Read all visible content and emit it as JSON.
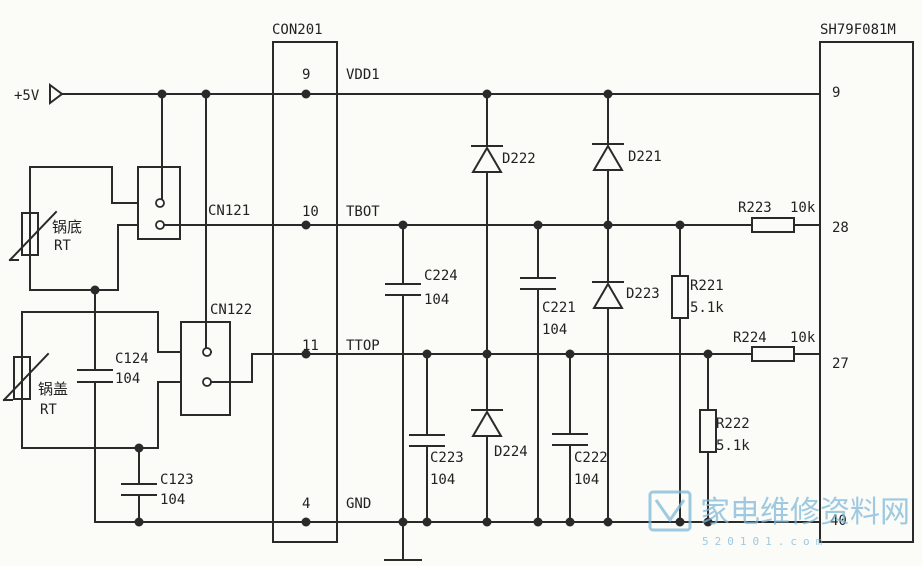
{
  "ic": {
    "name": "SH79F081M",
    "pins": {
      "vdd": "9",
      "tbot": "28",
      "ttop": "27",
      "gnd": "40"
    }
  },
  "connector": {
    "name": "CON201",
    "pins": {
      "vdd": "9",
      "tbot": "10",
      "ttop": "11",
      "gnd": "4"
    }
  },
  "nets": {
    "vdd": "VDD1",
    "tbot": "TBOT",
    "ttop": "TTOP",
    "gnd": "GND"
  },
  "power": {
    "label": "+5V"
  },
  "sensors": {
    "bottom": {
      "name": "锅底",
      "type": "RT",
      "connector": "CN121"
    },
    "lid": {
      "name": "锅盖",
      "type": "RT",
      "connector": "CN122"
    }
  },
  "components": {
    "C124": {
      "name": "C124",
      "value": "104"
    },
    "C123": {
      "name": "C123",
      "value": "104"
    },
    "C224": {
      "name": "C224",
      "value": "104"
    },
    "C223": {
      "name": "C223",
      "value": "104"
    },
    "C221": {
      "name": "C221",
      "value": "104"
    },
    "C222": {
      "name": "C222",
      "value": "104"
    },
    "D222": {
      "name": "D222"
    },
    "D224": {
      "name": "D224"
    },
    "D221": {
      "name": "D221"
    },
    "D223": {
      "name": "D223"
    },
    "R221": {
      "name": "R221",
      "value": "5.1k"
    },
    "R222": {
      "name": "R222",
      "value": "5.1k"
    },
    "R223": {
      "name": "R223",
      "value": "10k"
    },
    "R224": {
      "name": "R224",
      "value": "10k"
    }
  },
  "watermark": {
    "text": "家电维修资料网",
    "url": "520101.com",
    "color": "#7fb9d8"
  }
}
